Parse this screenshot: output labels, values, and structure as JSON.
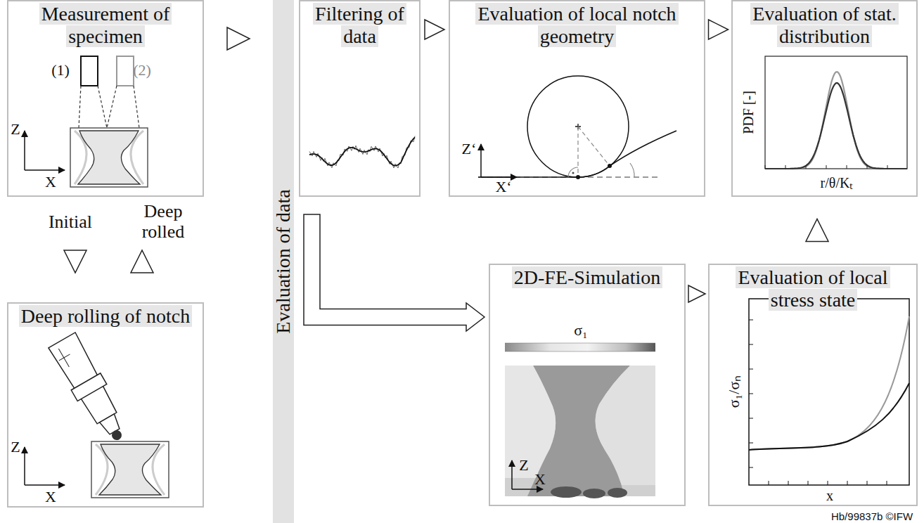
{
  "diagram": {
    "nodes": [
      {
        "text": [
          "Measurement of specimen"
        ]
      },
      {
        "text": [
          "Deep rolling of notch"
        ]
      },
      {
        "text": [
          "Evaluation of data"
        ]
      },
      {
        "text": [
          "Filtering of data"
        ]
      },
      {
        "text": [
          "Evaluation of local notch geometry"
        ]
      },
      {
        "text": [
          "Evaluation of stat. distribution"
        ]
      },
      {
        "text": [
          "2D-FE-Simulation"
        ]
      },
      {
        "text": [
          "Evaluation of local stress state"
        ]
      }
    ],
    "edges": [
      {
        "from": 0,
        "to": 1,
        "arrow": "to",
        "label": "Initial"
      },
      {
        "from": 1,
        "to": 0,
        "arrow": "to",
        "label": "Deep rolled"
      },
      {
        "from": 0,
        "to": 2,
        "arrow": "to"
      },
      {
        "from": 2,
        "to": 6,
        "arrow": "to"
      },
      {
        "from": 3,
        "to": 4,
        "arrow": "to"
      },
      {
        "from": 4,
        "to": 5,
        "arrow": "to"
      },
      {
        "from": 6,
        "to": 7,
        "arrow": "to"
      },
      {
        "from": 7,
        "to": 5,
        "arrow": "to"
      }
    ],
    "labels": [
      "(1)",
      "(2)",
      "Z",
      "X",
      "Z",
      "X",
      "Z‘",
      "X‘",
      "PDF [-]",
      "r/θ/Kₜ",
      "σ₁",
      "Z",
      "X",
      "σ₁/σₙ",
      "x",
      "Hb/99837b ©IFW"
    ]
  }
}
